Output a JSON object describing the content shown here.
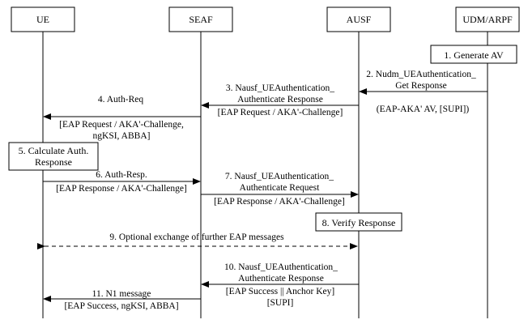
{
  "participants": [
    {
      "id": "ue",
      "label": "UE"
    },
    {
      "id": "seaf",
      "label": "SEAF"
    },
    {
      "id": "ausf",
      "label": "AUSF"
    },
    {
      "id": "udm",
      "label": "UDM/ARPF"
    }
  ],
  "steps": {
    "s1": {
      "label": "1. Generate AV"
    },
    "s2": {
      "line1": "2. Nudm_UEAuthentication_",
      "line2": "Get Response",
      "payload": "(EAP-AKA' AV, [SUPI])"
    },
    "s3": {
      "line1": "3. Nausf_UEAuthentication_",
      "line2": "Authenticate Response",
      "payload": "[EAP Request / AKA'-Challenge]"
    },
    "s4": {
      "label": "4. Auth-Req",
      "payload1": "[EAP Request / AKA'-Challenge,",
      "payload2": "ngKSI, ABBA]"
    },
    "s5": {
      "line1": "5. Calculate Auth.",
      "line2": "Response"
    },
    "s6": {
      "label": "6. Auth-Resp.",
      "payload": "[EAP Response / AKA'-Challenge]"
    },
    "s7": {
      "line1": "7. Nausf_UEAuthentication_",
      "line2": "Authenticate Request",
      "payload": "[EAP Response / AKA'-Challenge]"
    },
    "s8": {
      "label": "8. Verify Response"
    },
    "s9": {
      "label": "9. Optional exchange of further EAP messages"
    },
    "s10": {
      "line1": "10. Nausf_UEAuthentication_",
      "line2": "Authenticate Response",
      "payload1": "[EAP Success || Anchor Key]",
      "payload2": "[SUPI]"
    },
    "s11": {
      "label": "11. N1 message",
      "payload": "[EAP Success, ngKSI, ABBA]"
    }
  }
}
